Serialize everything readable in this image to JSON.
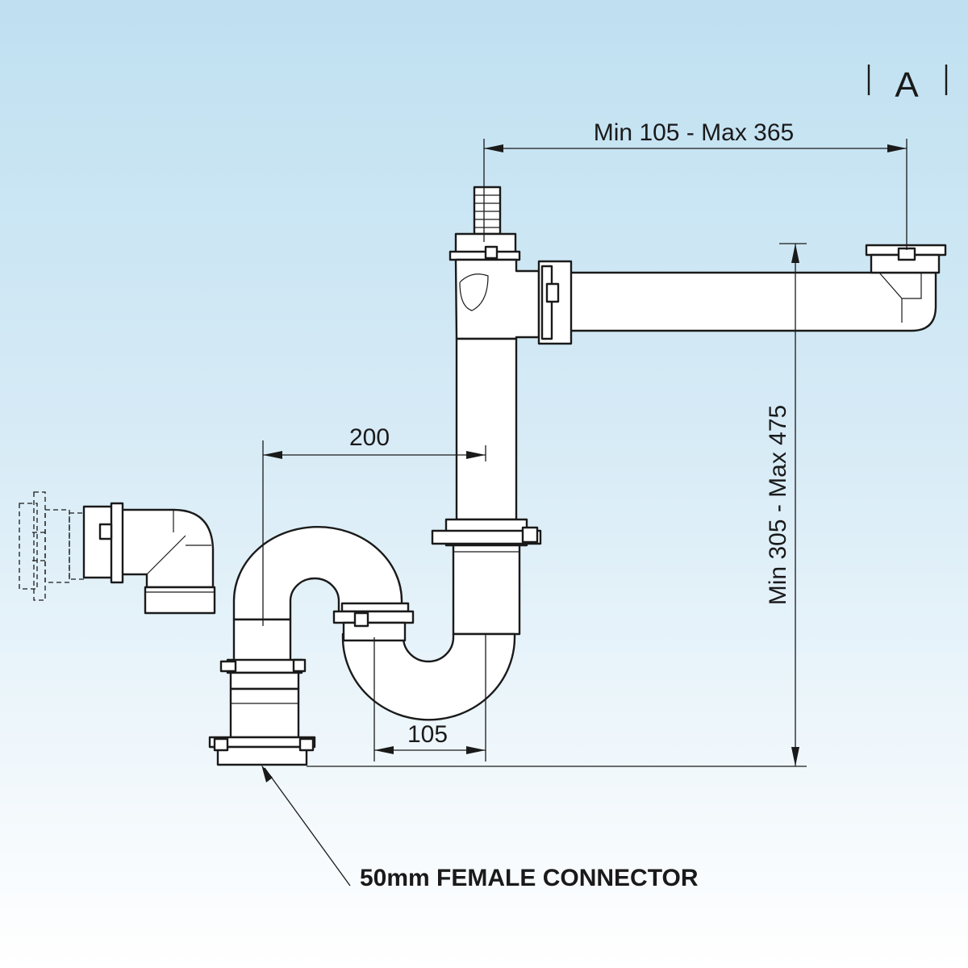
{
  "view_label": "A",
  "dimensions": {
    "top_horizontal": "Min 105 - Max 365",
    "vertical_height": "Min 305 - Max 475",
    "trap_offset": "200",
    "trap_width": "105"
  },
  "callout": "50mm FEMALE CONNECTOR"
}
